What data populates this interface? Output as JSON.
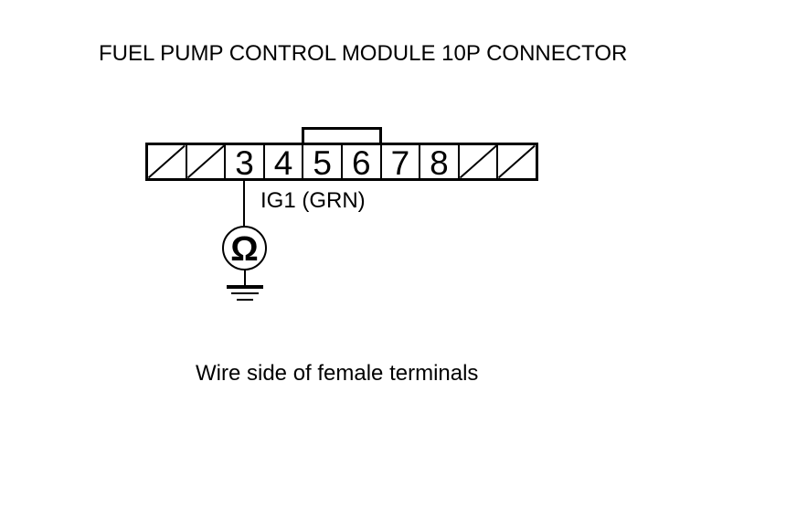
{
  "diagram": {
    "title": "FUEL PUMP CONTROL MODULE 10P CONNECTOR",
    "caption": "Wire side of female terminals",
    "wire": {
      "label": "IG1 (GRN)",
      "from_pin": "3"
    },
    "meter": {
      "symbol": "Ω",
      "name": "ohmmeter"
    },
    "connector": {
      "type": "10P",
      "pins": [
        {
          "label": "",
          "slash": true
        },
        {
          "label": "",
          "slash": true
        },
        {
          "label": "3",
          "slash": false
        },
        {
          "label": "4",
          "slash": false
        },
        {
          "label": "5",
          "slash": false
        },
        {
          "label": "6",
          "slash": false
        },
        {
          "label": "7",
          "slash": false
        },
        {
          "label": "8",
          "slash": false
        },
        {
          "label": "",
          "slash": true
        },
        {
          "label": "",
          "slash": true
        }
      ]
    },
    "colors": {
      "line": "#000000",
      "background": "#ffffff"
    }
  }
}
